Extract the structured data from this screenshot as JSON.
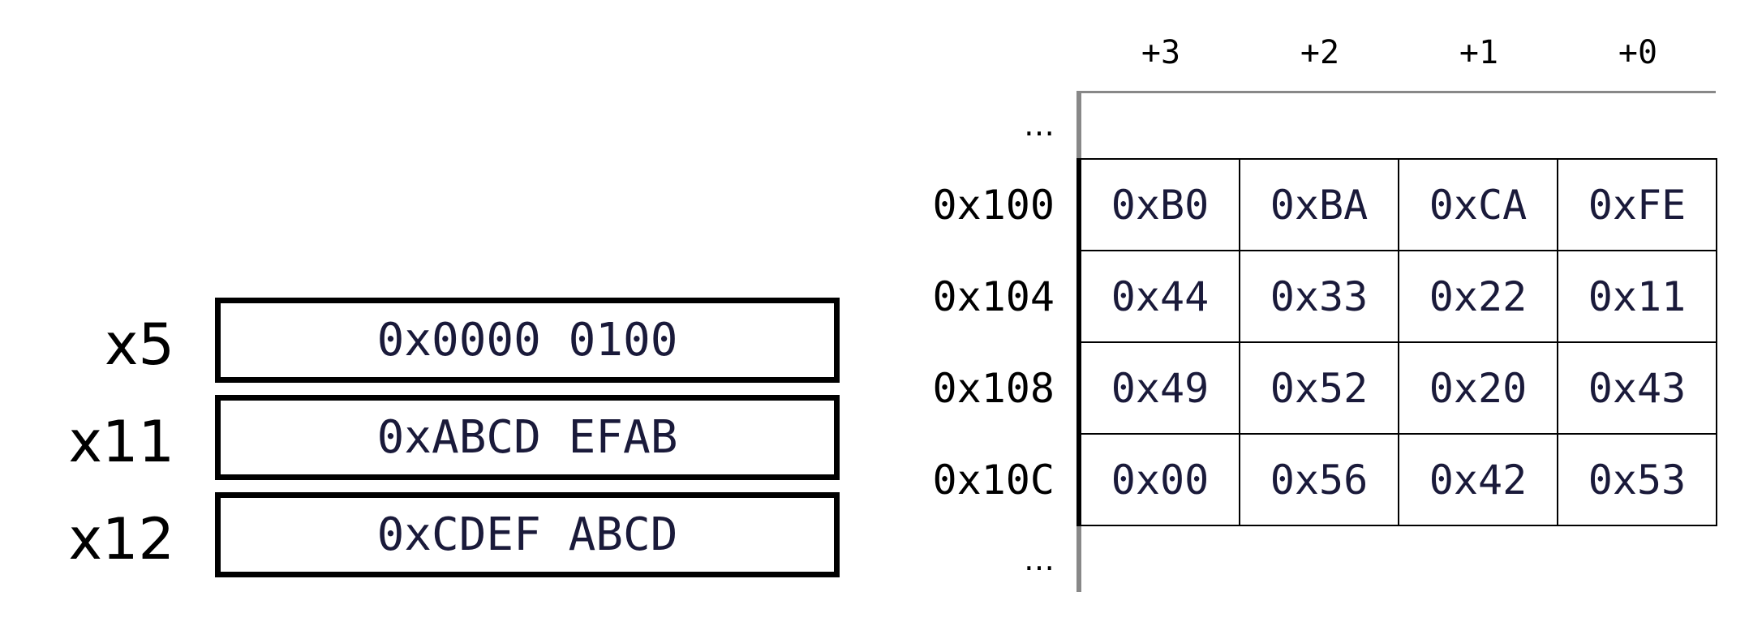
{
  "registers": [
    {
      "name": "x5",
      "value": "0x0000 0100"
    },
    {
      "name": "x11",
      "value": "0xABCD EFAB"
    },
    {
      "name": "x12",
      "value": "0xCDEF ABCD"
    }
  ],
  "memory": {
    "column_headers": [
      "+3",
      "+2",
      "+1",
      "+0"
    ],
    "ellipsis_top": "…",
    "ellipsis_bottom": "…",
    "rows": [
      {
        "address": "0x100",
        "bytes": [
          "0xB0",
          "0xBA",
          "0xCA",
          "0xFE"
        ]
      },
      {
        "address": "0x104",
        "bytes": [
          "0x44",
          "0x33",
          "0x22",
          "0x11"
        ]
      },
      {
        "address": "0x108",
        "bytes": [
          "0x49",
          "0x52",
          "0x20",
          "0x43"
        ]
      },
      {
        "address": "0x10C",
        "bytes": [
          "0x00",
          "0x56",
          "0x42",
          "0x53"
        ]
      }
    ]
  }
}
